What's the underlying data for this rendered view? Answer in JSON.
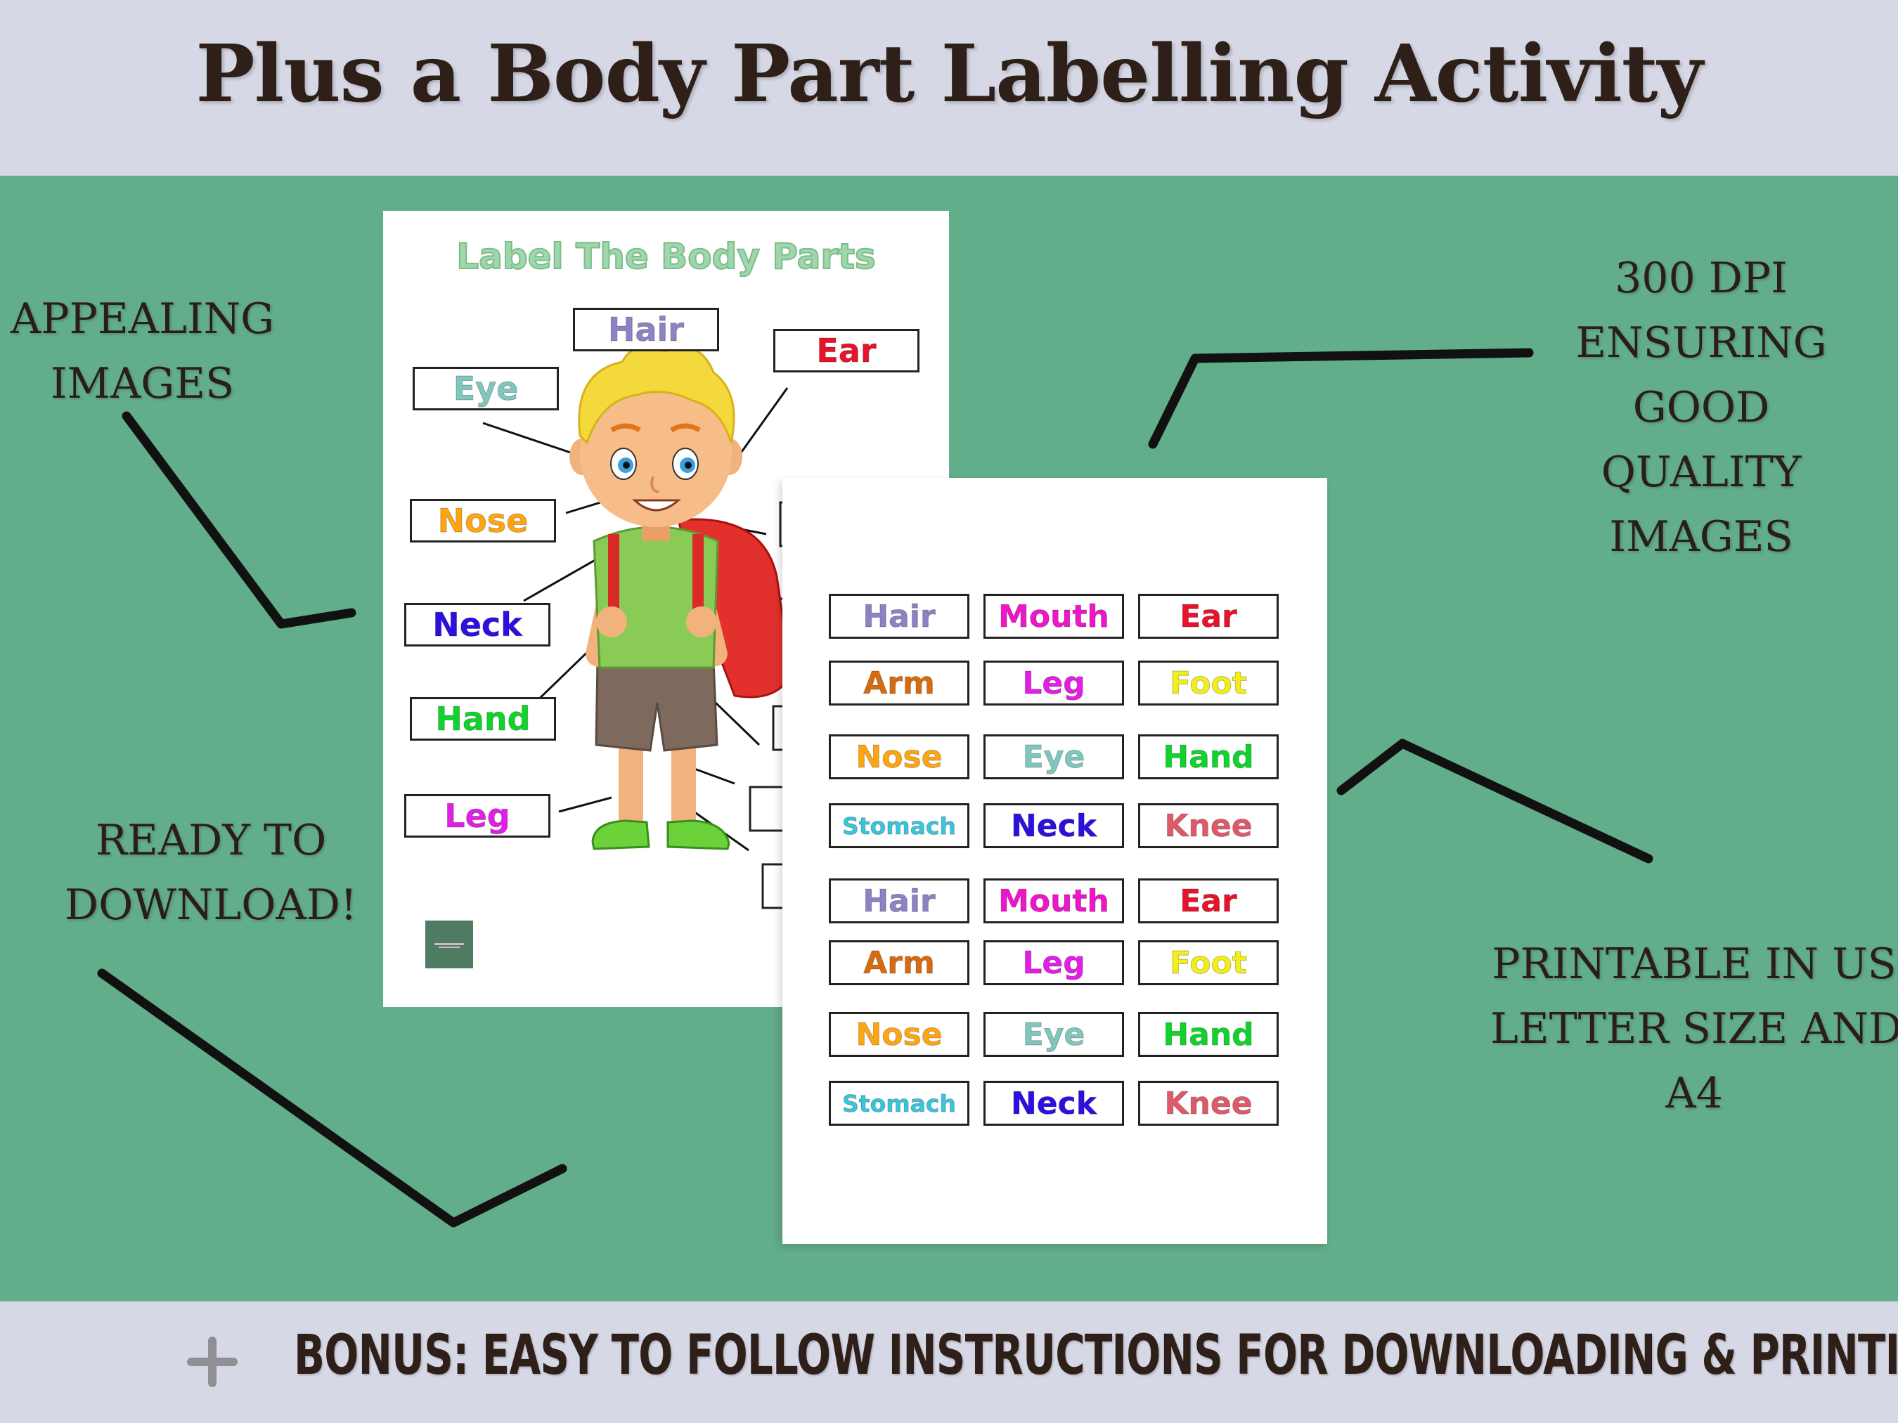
{
  "title": "Plus a Body Part Labelling Activity",
  "callouts": {
    "left_top": [
      "APPEALING",
      "IMAGES"
    ],
    "left_bottom": [
      "READY TO",
      "DOWNLOAD!"
    ],
    "right_top": [
      "300 DPI",
      "ENSURING",
      "GOOD",
      "QUALITY",
      "IMAGES"
    ],
    "right_bottom": [
      "PRINTABLE IN US",
      "LETTER SIZE AND",
      "A4"
    ]
  },
  "worksheet": {
    "heading": "Label The Body Parts",
    "labels": [
      {
        "text": "Hair",
        "color": "#8c82c4"
      },
      {
        "text": "Ear",
        "color": "#e8132a"
      },
      {
        "text": "Eye",
        "color": "#7fc7bd"
      },
      {
        "text": "Nose",
        "color": "#ffa50f"
      },
      {
        "text": "Neck",
        "color": "#2b10e0"
      },
      {
        "text": "Hand",
        "color": "#10d42c"
      },
      {
        "text": "Leg",
        "color": "#e21fe4"
      }
    ]
  },
  "cutouts": {
    "rows": [
      [
        {
          "text": "Hair",
          "color": "#8c82c4"
        },
        {
          "text": "Mouth",
          "color": "#ee16c8"
        },
        {
          "text": "Ear",
          "color": "#e8132a"
        }
      ],
      [
        {
          "text": "Arm",
          "color": "#d86a10"
        },
        {
          "text": "Leg",
          "color": "#e21fe4"
        },
        {
          "text": "Foot",
          "color": "#f2ee17"
        }
      ],
      [
        {
          "text": "Nose",
          "color": "#ffa50f"
        },
        {
          "text": "Eye",
          "color": "#7fc7bd"
        },
        {
          "text": "Hand",
          "color": "#10d42c"
        }
      ],
      [
        {
          "text": "Stomach",
          "color": "#38c6dd"
        },
        {
          "text": "Neck",
          "color": "#2b10e0"
        },
        {
          "text": "Knee",
          "color": "#df5a69"
        }
      ],
      [
        {
          "text": "Hair",
          "color": "#8c82c4"
        },
        {
          "text": "Mouth",
          "color": "#ee16c8"
        },
        {
          "text": "Ear",
          "color": "#e8132a"
        }
      ],
      [
        {
          "text": "Arm",
          "color": "#d86a10"
        },
        {
          "text": "Leg",
          "color": "#e21fe4"
        },
        {
          "text": "Foot",
          "color": "#f2ee17"
        }
      ],
      [
        {
          "text": "Nose",
          "color": "#ffa50f"
        },
        {
          "text": "Eye",
          "color": "#7fc7bd"
        },
        {
          "text": "Hand",
          "color": "#10d42c"
        }
      ],
      [
        {
          "text": "Stomach",
          "color": "#38c6dd"
        },
        {
          "text": "Neck",
          "color": "#2b10e0"
        },
        {
          "text": "Knee",
          "color": "#df5a69"
        }
      ]
    ]
  },
  "footer": {
    "icon": "plus-icon",
    "text": "BONUS: EASY TO FOLLOW INSTRUCTIONS FOR DOWNLOADING & PRINTING"
  },
  "colors": {
    "band": "#d6d8e6",
    "green": "#62ad8a",
    "text": "#2e1f18"
  }
}
